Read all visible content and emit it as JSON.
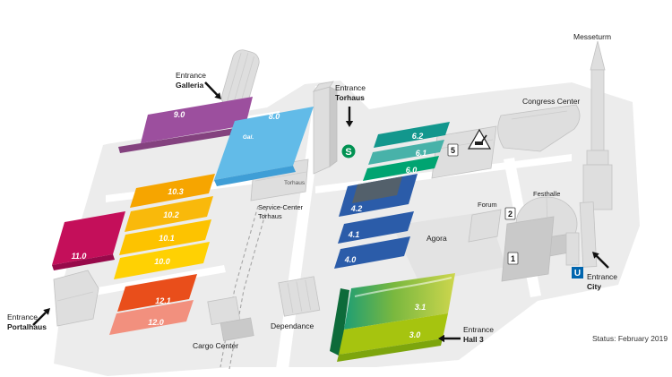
{
  "meta": {
    "status_label": "Status: February 2019"
  },
  "entrances": {
    "galleria": {
      "line1": "Entrance",
      "line2": "Galleria"
    },
    "torhaus": {
      "line1": "Entrance",
      "line2": "Torhaus"
    },
    "portalhaus": {
      "line1": "Entrance",
      "line2": "Portalhaus"
    },
    "hall3": {
      "line1": "Entrance",
      "line2": "Hall 3"
    },
    "city": {
      "line1": "Entrance",
      "line2": "City"
    }
  },
  "places": {
    "messeturm": "Messeturm",
    "congress_center": "Congress Center",
    "festhalle": "Festhalle",
    "forum": "Forum",
    "agora": "Agora",
    "service_center_line1": "Service-Center",
    "service_center_line2": "Torhaus",
    "torhaus_tower": "Torhaus",
    "dependance": "Dependance",
    "cargo_center": "Cargo Center"
  },
  "halls": {
    "h9": {
      "label": "9.0",
      "color": "#9c4f9e"
    },
    "h9_side": {
      "color": "#84427f"
    },
    "gal": {
      "label": "Gal.",
      "color": "#a963a5"
    },
    "h8": {
      "label": "8.0",
      "color": "#62bbe8"
    },
    "h8_side": {
      "color": "#3f9ed6"
    },
    "h62": {
      "label": "6.2",
      "color": "#12978d"
    },
    "h61": {
      "label": "6.1",
      "color": "#48b2a9"
    },
    "h60": {
      "label": "6.0",
      "color": "#00a471"
    },
    "h42": {
      "label": "4.2",
      "color": "#2b5ca9"
    },
    "h42_inset": {
      "color": "#53606b"
    },
    "h41": {
      "label": "4.1",
      "color": "#2b5ca9"
    },
    "h40": {
      "label": "4.0",
      "color": "#2b5ca9"
    },
    "h103": {
      "label": "10.3",
      "color": "#f6a500"
    },
    "h102": {
      "label": "10.2",
      "color": "#f9b90b"
    },
    "h101": {
      "label": "10.1",
      "color": "#fdc300"
    },
    "h100": {
      "label": "10.0",
      "color": "#ffd103"
    },
    "h11": {
      "label": "11.0",
      "color": "#c40f5a"
    },
    "h11_side": {
      "color": "#97094a"
    },
    "h121": {
      "label": "12.1",
      "color": "#e94e1b"
    },
    "h120": {
      "label": "12.0",
      "color": "#f2907e"
    },
    "h31": {
      "label": "3.1"
    },
    "h30": {
      "label": "3.0",
      "color": "#a6c40f"
    },
    "h3_front": {
      "color": "#7da50d"
    },
    "h3_left": {
      "color": "#0d6b3a"
    },
    "h3_gradient": {
      "start": "#1e9e74",
      "mid": "#7ab83f",
      "end": "#cdd64d"
    }
  },
  "badges": {
    "hall5": "5",
    "hall2": "2",
    "hall1": "1"
  },
  "transit": {
    "sbahn_label": "S",
    "sbahn_color": "#009252",
    "ubahn_label": "U",
    "ubahn_color": "#0065ae"
  },
  "map_colors": {
    "ground": "#ececec",
    "road": "#ffffff",
    "agora": "#e3e3e3"
  }
}
